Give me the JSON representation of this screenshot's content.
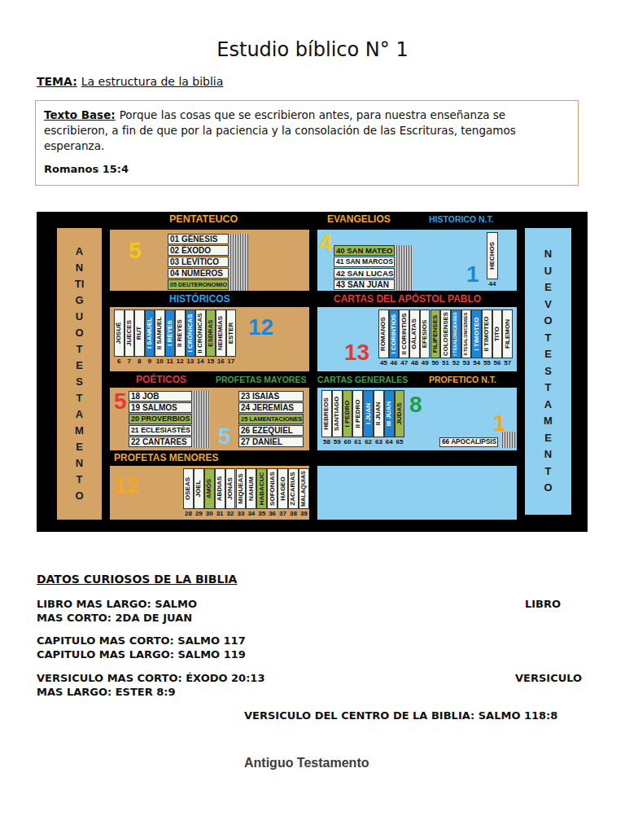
{
  "diagram": {
    "title": "Estudio bíblico N° 1",
    "nodes": [
      {
        "text": [
          "Texto Base:",
          "Porque las cosas que se escribieron antes, para nuestra enseñanza se escribieron, a fin de que por la paciencia y la consolación de las Escrituras, tengamos esperanza.",
          "Romanos 15:4"
        ]
      },
      {
        "text": [
          "ANTIGUO TESTAMENTO"
        ]
      },
      {
        "text": [
          "PENTATEUCO",
          "5"
        ]
      },
      {
        "text": [
          "01 GÉNESIS"
        ],
        "in": 2
      },
      {
        "text": [
          "02 ÉXODO"
        ],
        "in": 2
      },
      {
        "text": [
          "03 LEVÍTICO"
        ],
        "in": 2
      },
      {
        "text": [
          "04 NÚMEROS"
        ],
        "in": 2
      },
      {
        "text": [
          "05 DEUTERONOMIO"
        ],
        "in": 2
      },
      {
        "text": [
          "EVANGELIOS",
          "4"
        ]
      },
      {
        "text": [
          "40 SAN MATEO"
        ],
        "in": 8
      },
      {
        "text": [
          "41 SAN MARCOS"
        ],
        "in": 8
      },
      {
        "text": [
          "42 SAN LUCAS"
        ],
        "in": 8
      },
      {
        "text": [
          "43 SAN JUAN"
        ],
        "in": 8
      },
      {
        "text": [
          "HISTORICO N.T.",
          "1"
        ]
      },
      {
        "text": [
          "HECHOS",
          "44"
        ],
        "in": 13
      },
      {
        "text": [
          "HISTÓRICOS",
          "12"
        ]
      },
      {
        "text": [
          "JOSUÉ",
          "6"
        ],
        "in": 15
      },
      {
        "text": [
          "JUECES",
          "7"
        ],
        "in": 15
      },
      {
        "text": [
          "RUT",
          "8"
        ],
        "in": 15
      },
      {
        "text": [
          "I SAMUEL",
          "9"
        ],
        "in": 15
      },
      {
        "text": [
          "II SAMUEL",
          "10"
        ],
        "in": 15
      },
      {
        "text": [
          "I REYES",
          "11"
        ],
        "in": 15
      },
      {
        "text": [
          "II REYES",
          "12"
        ],
        "in": 15
      },
      {
        "text": [
          "I CRÓNICAS",
          "13"
        ],
        "in": 15
      },
      {
        "text": [
          "II CRÓNICAS",
          "14"
        ],
        "in": 15
      },
      {
        "text": [
          "ESDRAS",
          "15"
        ],
        "in": 15
      },
      {
        "text": [
          "NEHEMÍAS",
          "16"
        ],
        "in": 15
      },
      {
        "text": [
          "ESTER",
          "17"
        ],
        "in": 15
      },
      {
        "text": [
          "CARTAS DEL APÓSTOL PABLO",
          "13"
        ]
      },
      {
        "text": [
          "ROMANOS",
          "45"
        ],
        "in": 28
      },
      {
        "text": [
          "I CORINTIOS",
          "46"
        ],
        "in": 28
      },
      {
        "text": [
          "II CORINTIOS",
          "47"
        ],
        "in": 28
      },
      {
        "text": [
          "GÁLATAS",
          "48"
        ],
        "in": 28
      },
      {
        "text": [
          "EFESIOS",
          "49"
        ],
        "in": 28
      },
      {
        "text": [
          "FILIPENSES",
          "50"
        ],
        "in": 28
      },
      {
        "text": [
          "COLOSENSES",
          "51"
        ],
        "in": 28
      },
      {
        "text": [
          "I TESALONICENSES",
          "52"
        ],
        "in": 28
      },
      {
        "text": [
          "II TESALONICENSES",
          "53"
        ],
        "in": 28
      },
      {
        "text": [
          "I TIMOTEO",
          "54"
        ],
        "in": 28
      },
      {
        "text": [
          "II TIMOTEO",
          "55"
        ],
        "in": 28
      },
      {
        "text": [
          "TITO",
          "56"
        ],
        "in": 28
      },
      {
        "text": [
          "FILEMON",
          "57"
        ],
        "in": 28
      },
      {
        "text": [
          "POÉTICOS",
          "5"
        ]
      },
      {
        "text": [
          "18 JOB"
        ],
        "in": 42
      },
      {
        "text": [
          "19 SALMOS"
        ],
        "in": 42
      },
      {
        "text": [
          "20 PROVERBIOS"
        ],
        "in": 42
      },
      {
        "text": [
          "21 ECLESIASTÉS"
        ],
        "in": 42
      },
      {
        "text": [
          "22 CANTARES"
        ],
        "in": 42
      },
      {
        "text": [
          "PROFETAS MAYORES",
          "5"
        ]
      },
      {
        "text": [
          "23 ISAÍAS"
        ],
        "in": 48
      },
      {
        "text": [
          "24 JEREMÍAS"
        ],
        "in": 48
      },
      {
        "text": [
          "25 LAMENTACIONES"
        ],
        "in": 48
      },
      {
        "text": [
          "26 EZEQUIEL"
        ],
        "in": 48
      },
      {
        "text": [
          "27 DANIEL"
        ],
        "in": 48
      },
      {
        "text": [
          "CARTAS GENERALES",
          "8"
        ]
      },
      {
        "text": [
          "HEBREOS",
          "58"
        ],
        "in": 54
      },
      {
        "text": [
          "SANTIAGO",
          "59"
        ],
        "in": 54
      },
      {
        "text": [
          "I PEDRO",
          "60"
        ],
        "in": 54
      },
      {
        "text": [
          "II PEDRO",
          "61"
        ],
        "in": 54
      },
      {
        "text": [
          "I JUAN",
          "62"
        ],
        "in": 54
      },
      {
        "text": [
          "II JUAN",
          "63"
        ],
        "in": 54
      },
      {
        "text": [
          "III JUAN",
          "64"
        ],
        "in": 54
      },
      {
        "text": [
          "JUDAS",
          "65"
        ],
        "in": 54
      },
      {
        "text": [
          "PROFETICO N.T.",
          "1"
        ]
      },
      {
        "text": [
          "66 APOCALIPSIS"
        ],
        "in": 63
      },
      {
        "text": [
          "PROFETAS MENORES",
          "12"
        ]
      },
      {
        "text": [
          "OSEAS",
          "28"
        ],
        "in": 65
      },
      {
        "text": [
          "JOEL",
          "29"
        ],
        "in": 65
      },
      {
        "text": [
          "AMÓS",
          "30"
        ],
        "in": 65
      },
      {
        "text": [
          "ABDIAS",
          "31"
        ],
        "in": 65
      },
      {
        "text": [
          "JONÁS",
          "32"
        ],
        "in": 65
      },
      {
        "text": [
          "MIQUEAS",
          "33"
        ],
        "in": 65
      },
      {
        "text": [
          "NAHUM",
          "34"
        ],
        "in": 65
      },
      {
        "text": [
          "HABACUC",
          "35"
        ],
        "in": 65
      },
      {
        "text": [
          "SOFONIAS",
          "36"
        ],
        "in": 65
      },
      {
        "text": [
          "HAGEO",
          "37"
        ],
        "in": 65
      },
      {
        "text": [
          "ZACARIAS",
          "38"
        ],
        "in": 65
      },
      {
        "text": [
          "MALAQUIAS",
          "39"
        ],
        "in": 65
      },
      {
        "text": [
          "NUEVO TESTAMENTO"
        ]
      }
    ],
    "labels": [
      "TEMA:",
      "La estructura de la biblia",
      "DATOS CURIOSOS DE LA BIBLIA",
      "LIBRO MAS LARGO: SALMO",
      "LIBRO",
      "MAS CORTO: 2DA DE JUAN",
      "CAPITULO MAS CORTO: SALMO 117",
      "CAPITULO MAS LARGO: SALMO 119",
      "VERSICULO MAS CORTO: ÉXODO 20:13",
      "VERSICULO",
      "MAS LARGO: ESTER 8:9",
      "VERSICULO DEL CENTRO DE LA BIBLIA: SALMO 118:8",
      "Antiguo Testamento"
    ]
  }
}
